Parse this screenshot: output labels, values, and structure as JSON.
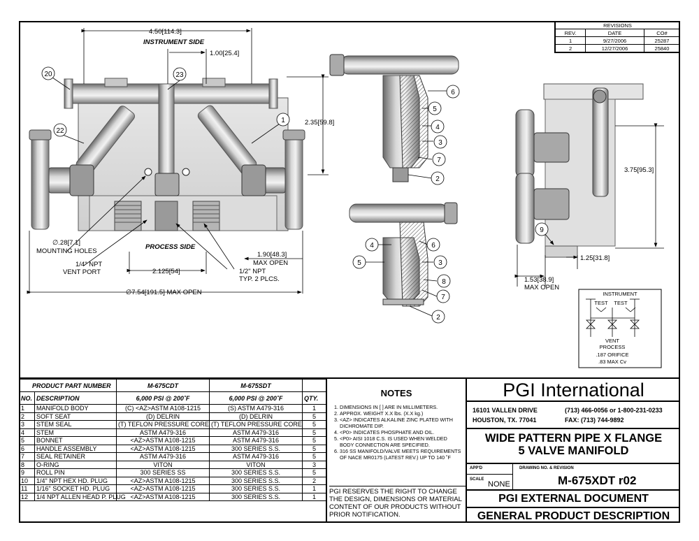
{
  "revisions": {
    "title": "REVISIONS",
    "headers": [
      "REV.",
      "DATE",
      "CO#"
    ],
    "rows": [
      [
        "1",
        "9/27/2006",
        "25287"
      ],
      [
        "2",
        "12/27/2006",
        "25840"
      ]
    ]
  },
  "drawing": {
    "dim_width": "4.50",
    "dim_width_mm": "114.3",
    "instrument_side": "INSTRUMENT SIDE",
    "dim_1": "1.00",
    "dim_1_mm": "25.4",
    "dim_height": "2.35",
    "dim_height_mm": "59.8",
    "mounting_dim": "∅.28",
    "mounting_dim_mm": "7.1",
    "mounting_label": "MOUNTING HOLES",
    "process_side": "PROCESS SIDE",
    "vent_port_1": "1/4\" NPT",
    "vent_port_2": "VENT PORT",
    "dim_2125": "2.125",
    "dim_2125_mm": "54",
    "dim_190": "1.90",
    "dim_190_mm": "48.3",
    "max_open": "MAX OPEN",
    "npt_half_1": "1/2\" NPT",
    "npt_half_2": "TYP. 2 PLCS.",
    "dim_total_prefix": "∅7.54",
    "dim_total_mm": "191.5",
    "dim_total_suffix": "MAX OPEN",
    "dim_375": "3.75",
    "dim_375_mm": "95.3",
    "dim_125": "1.25",
    "dim_125_mm": "31.8",
    "dim_153": "1.53",
    "dim_153_mm": "38.9",
    "dim_153_label": "MAX OPEN",
    "balloons": [
      "20",
      "23",
      "1",
      "22",
      "6",
      "5",
      "4",
      "3",
      "7",
      "2",
      "4",
      "6",
      "5",
      "3",
      "8",
      "7",
      "2",
      "9"
    ],
    "schematic": {
      "instrument": "INSTRUMENT",
      "test_1": "TEST",
      "test_2": "TEST",
      "vent": "VENT",
      "process": "PROCESS",
      "orifice": ".187 ORIFICE",
      "cv": ".83 MAX Cv"
    }
  },
  "parts": {
    "header_product": "PRODUCT PART NUMBER",
    "part_a": "M-675CDT",
    "part_b": "M-675SDT",
    "col_no": "NO.",
    "col_desc": "DESCRIPTION",
    "rating_a": "6,000 PSI @ 200˚F",
    "rating_b": "6,000 PSI @ 200˚F",
    "col_qty": "QTY.",
    "rows": [
      {
        "no": "1",
        "desc": "MANIFOLD BODY",
        "a": "(C)    <AZ>ASTM A108-1215",
        "b": "(S)    ASTM A479-316",
        "qty": "1"
      },
      {
        "no": "2",
        "desc": "SOFT SEAT",
        "a": "(D)   DELRIN",
        "b": "(D)   DELRIN",
        "qty": "5"
      },
      {
        "no": "3",
        "desc": "STEM SEAL",
        "a": "(T) TEFLON PRESSURE CORE",
        "b": "(T) TEFLON PRESSURE CORE",
        "qty": "5"
      },
      {
        "no": "4",
        "desc": "STEM",
        "a": "ASTM A479-316",
        "b": "ASTM A479-316",
        "qty": "5"
      },
      {
        "no": "5",
        "desc": "BONNET",
        "a": "<AZ>ASTM A108-1215",
        "b": "ASTM A479-316",
        "qty": "5"
      },
      {
        "no": "6",
        "desc": "HANDLE ASSEMBLY",
        "a": "<AZ>ASTM A108-1215",
        "b": "300 SERIES S.S.",
        "qty": "5"
      },
      {
        "no": "7",
        "desc": "SEAL RETAINER",
        "a": "ASTM A479-316",
        "b": "ASTM A479-316",
        "qty": "5"
      },
      {
        "no": "8",
        "desc": "O-RING",
        "a": "VITON",
        "b": "VITON",
        "qty": "3"
      },
      {
        "no": "9",
        "desc": "ROLL PIN",
        "a": "300 SERIES SS",
        "b": "300 SERIES S.S.",
        "qty": "5"
      },
      {
        "no": "10",
        "desc": "1/4\" NPT HEX HD. PLUG",
        "a": "<AZ>ASTM A108-1215",
        "b": "300 SERIES S.S.",
        "qty": "2"
      },
      {
        "no": "11",
        "desc": "1/16\" SOCKET HD. PLUG",
        "a": "<AZ>ASTM A108-1215",
        "b": "300 SERIES S.S.",
        "qty": "1"
      },
      {
        "no": "12",
        "desc": "1/4 NPT ALLEN HEAD P. PLUG",
        "a": "<AZ>ASTM A108-1215",
        "b": "300 SERIES S.S.",
        "qty": "1"
      }
    ]
  },
  "notes": {
    "title": "NOTES",
    "items": [
      "DIMENSIONS IN [ ] ARE IN MILLIMETERS.",
      "APPROX. WEIGHT X.X lbs. (X.X kg.)",
      "<AZ> INDICATES ALKALINE ZINC PLATED WITH DICHROMATE DIP.",
      "<P0> INDICATES PHOSPHATE AND OIL.",
      "<P0> AISI 1018 C.S. IS USED WHEN WELDED BODY CONNECTION ARE SPECIFIED.",
      "316 SS MANIFOLD/VALVE MEETS REQUIREMENTS OF NACE MR0175 (LATEST REV.) UP TO 140 ˚F"
    ],
    "reserve": "PGI RESERVES THE RIGHT TO CHANGE THE DESIGN, DIMENSIONS OR MATERIAL CONTENT OF OUR PRODUCTS WITHOUT PRIOR NOTIFICATION."
  },
  "title_block": {
    "company": "PGI International",
    "street": "16101 VALLEN DRIVE",
    "city": "HOUSTON, TX. 77041",
    "phone": "(713) 466-0056 or 1-800-231-0233",
    "fax": "FAX: (713) 744-9892",
    "title_1": "WIDE PATTERN PIPE X FLANGE",
    "title_2": "5 VALVE MANIFOLD",
    "appd_label": "APP'D",
    "scale_label": "SCALE",
    "scale_value": "NONE",
    "drawing_label": "DRAWING NO. & REVISION",
    "drawing_no": "M-675XDT r02",
    "external": "PGI EXTERNAL DOCUMENT",
    "general": "GENERAL PRODUCT DESCRIPTION"
  }
}
